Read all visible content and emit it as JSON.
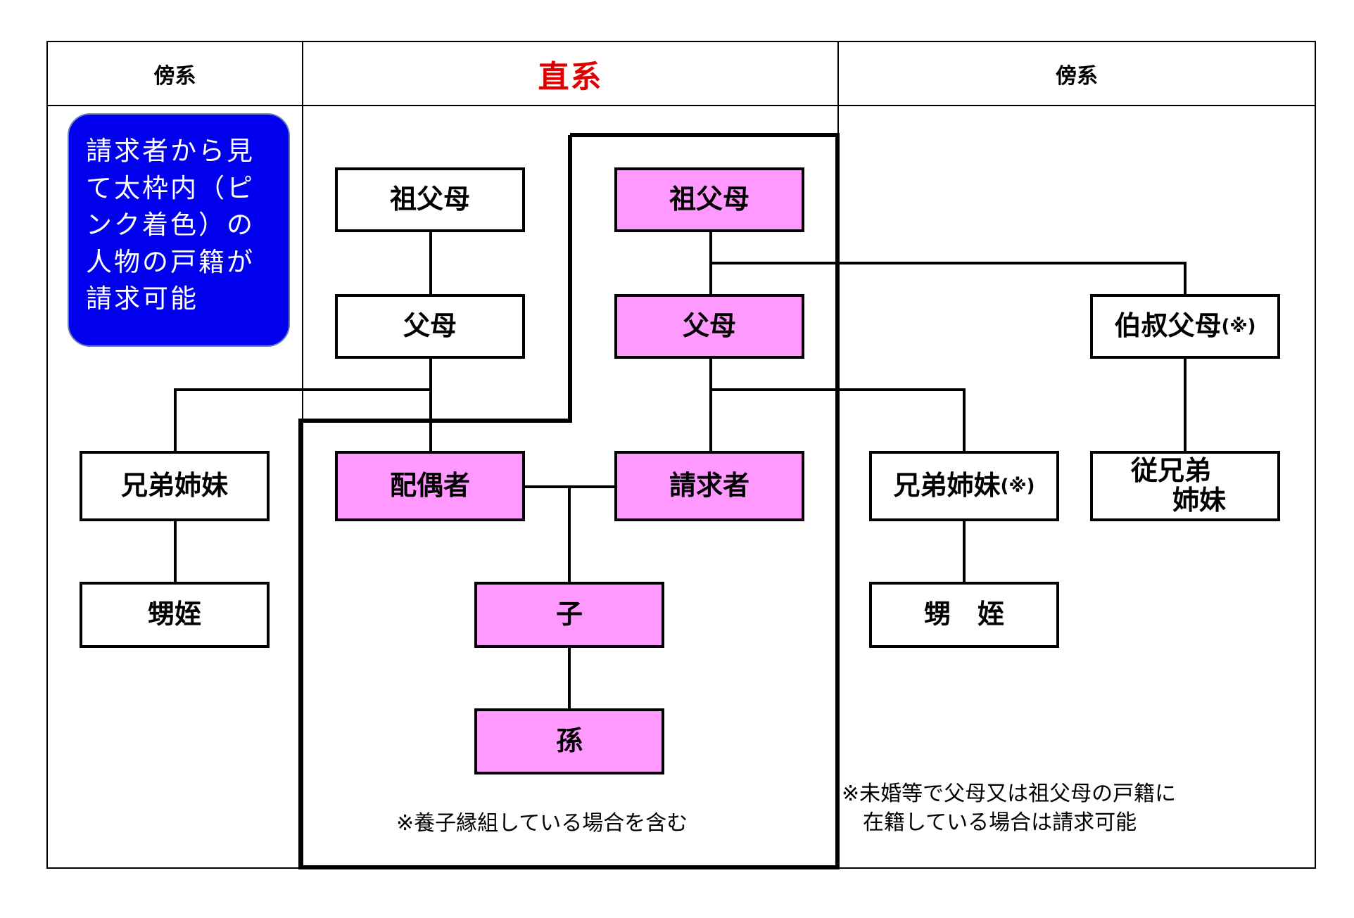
{
  "headers": {
    "left": "傍系",
    "center": "直系",
    "right": "傍系"
  },
  "note": "請求者から見\nて太枠内（ピ\nンク着色）の\n人物の戸籍が\n請求可能",
  "boxes": {
    "left_grandparents": "祖父母",
    "left_parents": "父母",
    "left_siblings": "兄弟姉妹",
    "left_nephews": "甥姪",
    "spouse": "配偶者",
    "child": "子",
    "grandchild": "孫",
    "grandparents": "祖父母",
    "parents": "父母",
    "requester": "請求者",
    "siblings_main": "兄弟姉妹",
    "siblings_mark": "(※)",
    "nephews_right": "甥　姪",
    "uncles_main": "伯叔父母",
    "uncles_mark": "(※)",
    "cousins_line1": "従兄弟",
    "cousins_line2": "姉妹"
  },
  "footnotes": {
    "adoption": "※養子縁組している場合を含む",
    "unmarried": "※未婚等で父母又は祖父母の戸籍に\n　在籍している場合は請求可能"
  },
  "colors": {
    "highlight": "#ff99ff",
    "note_background": "#0000ee",
    "direct_header": "#e00000"
  }
}
